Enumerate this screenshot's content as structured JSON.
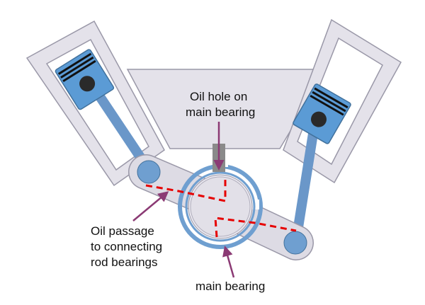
{
  "labels": {
    "oil_hole": [
      "Oil hole on",
      "main bearing"
    ],
    "oil_passage": [
      "Oil passage",
      "to connecting",
      "rod bearings"
    ],
    "main_bearing": "main bearing"
  },
  "colors": {
    "frame_fill": "#e4e2ea",
    "frame_stroke": "#9a98a8",
    "piston_blue": "#5b9bd5",
    "piston_stroke": "#41719c",
    "bearing_blue": "#6f9fd0",
    "rod_blue": "#6a97c9",
    "crank_fill": "#dddbe4",
    "oil_red": "#e60000",
    "arrow_purple": "#8b3a74",
    "gray_block": "#8a8a8a"
  },
  "icons": [
    "piston-icon",
    "connecting-rod-icon",
    "crankshaft-icon",
    "bearing-icon",
    "arrow-icon"
  ]
}
